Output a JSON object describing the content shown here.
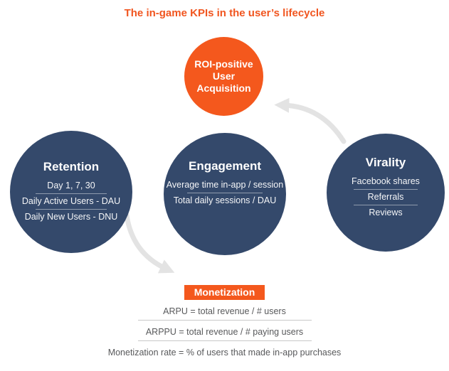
{
  "page_title": "The in-game KPIs in the user’s lifecycle",
  "colors": {
    "accent_orange": "#f4581d",
    "circle_navy": "#34496b",
    "body_text_gray": "#58595b",
    "arrow_gray": "#e3e3e3",
    "divider_gray": "#c9c9c9"
  },
  "roi_circle": {
    "lines": [
      "ROI-positive",
      "User",
      "Acquisition"
    ]
  },
  "kpi_circles": [
    {
      "title": "Retention",
      "items": [
        "Day 1, 7, 30",
        "Daily Active Users - DAU",
        "Daily New Users - DNU"
      ]
    },
    {
      "title": "Engagement",
      "items": [
        "Average time in-app / session",
        "Total daily sessions / DAU"
      ]
    },
    {
      "title": "Virality",
      "items": [
        "Facebook shares",
        "Referrals",
        "Reviews"
      ]
    }
  ],
  "monetization": {
    "label": "Monetization",
    "items": [
      "ARPU = total revenue / # users",
      "ARPPU = total revenue / # paying users",
      "Monetization rate = % of users that made in-app purchases"
    ]
  }
}
